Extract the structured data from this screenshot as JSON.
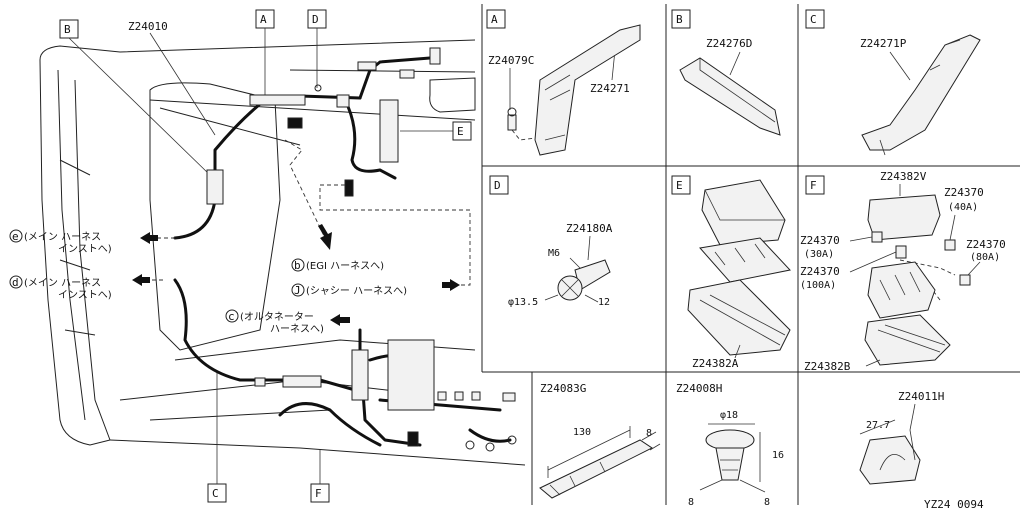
{
  "main_diagram": {
    "part_number_main": "Z24010",
    "callouts": {
      "A": "A",
      "B": "B",
      "C": "C",
      "D": "D",
      "E": "E",
      "F": "F"
    },
    "arrows": {
      "e": "e",
      "e_text": "(メイン ハーネス",
      "e_text2": "インストへ)",
      "d": "d",
      "d_text": "(メイン ハーネス",
      "d_text2": "インストへ)",
      "b": "b",
      "b_text": "(EGI ハーネスへ)",
      "j": "J",
      "j_text": "(シャシー ハーネスへ)",
      "c": "c",
      "c_text": "(オルタネーター",
      "c_text2": "ハーネスへ)"
    }
  },
  "panels": {
    "A": {
      "letter": "A",
      "parts": [
        "Z24079C",
        "Z24271"
      ]
    },
    "B": {
      "letter": "B",
      "parts": [
        "Z24276D"
      ]
    },
    "C": {
      "letter": "C",
      "parts": [
        "Z24271P"
      ]
    },
    "D": {
      "letter": "D",
      "parts": [
        "Z24180A"
      ],
      "labels": [
        "M6",
        "φ13.5",
        "12"
      ]
    },
    "E": {
      "letter": "E",
      "parts": [
        "Z24382A"
      ]
    },
    "F": {
      "letter": "F",
      "parts": [
        "Z24382V",
        "Z24370",
        "Z24370",
        "Z24370",
        "Z24370",
        "Z24382B"
      ],
      "ratings": [
        "(40A)",
        "(30A)",
        "(100A)",
        "(80A)"
      ]
    },
    "G": {
      "parts": [
        "Z24083G"
      ],
      "dims": [
        "130",
        "8"
      ]
    },
    "H": {
      "parts": [
        "Z24008H"
      ],
      "dims": [
        "φ18",
        "16",
        "8",
        "8"
      ]
    },
    "I": {
      "parts": [
        "Z24011H"
      ],
      "dims": [
        "27.7"
      ]
    }
  },
  "figure_code": "YZ24 0094"
}
